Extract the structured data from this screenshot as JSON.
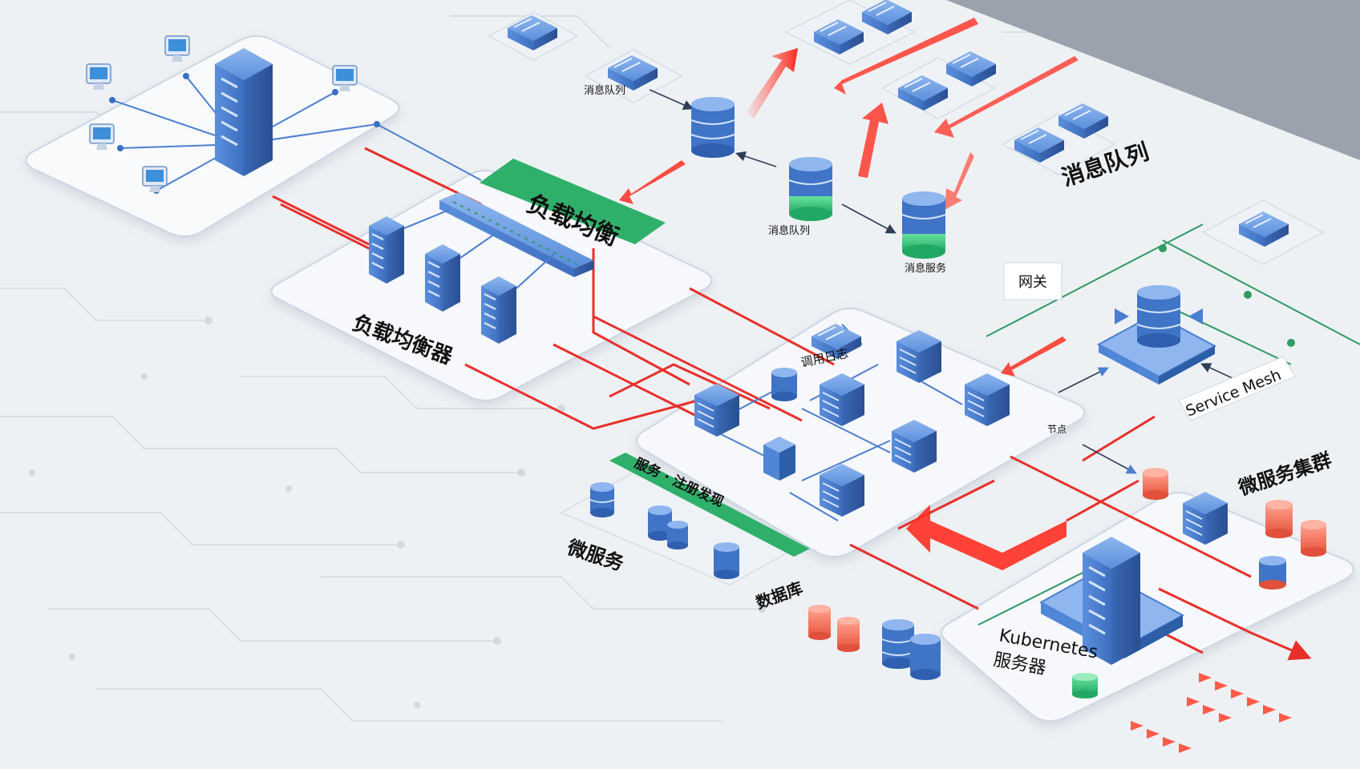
{
  "palette": {
    "background": "#eef1f4",
    "platform_fill": "#f8fafc",
    "platform_edge": "#cdd7e3",
    "server_blue": "#4f86d6",
    "server_dark": "#2d5ea8",
    "db_green": "#34c77b",
    "db_red": "#f0705a",
    "link_red": "#e8302a",
    "link_green": "#2f9a62",
    "link_blue": "#4c7fd0",
    "banner_green": "#2fb06a",
    "corner_gray": "#9aa3ad"
  },
  "labels": {
    "lb_banner": "负载均衡",
    "lb_title": "负载均衡器",
    "mq_title": "消息队列",
    "mq_small_1": "消息队列",
    "mq_small_2": "消息队列",
    "mq_small_3": "消息服务",
    "api_small": "调用日志",
    "mesh_caption": "Service Mesh",
    "mesh_tag": "节点",
    "micro_banner": "服务 · 注册发现",
    "micro_left": "微服务",
    "micro_right": "微服务集群",
    "db_group_label": "数据库",
    "k8s_title": "Kubernetes",
    "k8s_sub": "服务器",
    "small_tag_cn": "网关"
  },
  "icons": [
    "server-tower-icon",
    "monitor-icon",
    "network-switch-icon",
    "database-cylinder-icon",
    "service-mesh-hub-icon",
    "flow-arrow-icon"
  ]
}
